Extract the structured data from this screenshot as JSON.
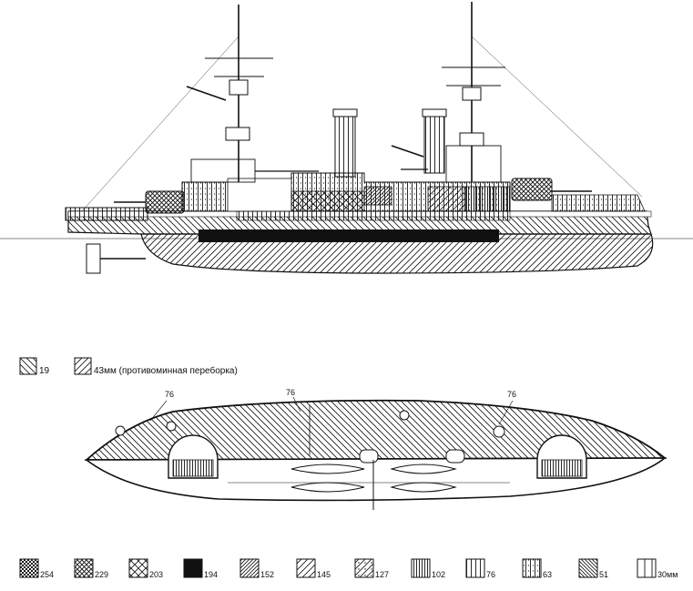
{
  "legend_top": [
    {
      "value": "19",
      "pattern": "hatch-back"
    },
    {
      "value": "43мм (противоминная переборка)",
      "pattern": "hatch-fwd"
    }
  ],
  "deck_callouts": [
    "76",
    "76",
    "76"
  ],
  "legend_bottom": [
    {
      "value": "254",
      "pattern": "checker-dense"
    },
    {
      "value": "229",
      "pattern": "cross-mid"
    },
    {
      "value": "203",
      "pattern": "cross-open"
    },
    {
      "value": "194",
      "pattern": "solid"
    },
    {
      "value": "152",
      "pattern": "hatch-fwd-dense"
    },
    {
      "value": "145",
      "pattern": "hatch-fwd"
    },
    {
      "value": "127",
      "pattern": "hatch-fwd-dot"
    },
    {
      "value": "102",
      "pattern": "vert-dense"
    },
    {
      "value": "76",
      "pattern": "vert-mid"
    },
    {
      "value": "63",
      "pattern": "vert-dot"
    },
    {
      "value": "51",
      "pattern": "hatch-back-dense"
    },
    {
      "value": "30мм",
      "pattern": "vert-open"
    }
  ],
  "colors": {
    "ink": "#111111",
    "paper": "#ffffff"
  }
}
